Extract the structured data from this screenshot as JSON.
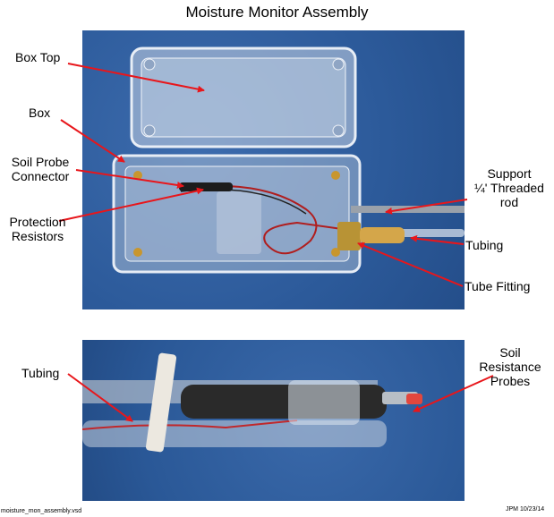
{
  "title": "Moisture Monitor Assembly",
  "labels": {
    "box_top": "Box Top",
    "box": "Box",
    "soil_probe_connector_l1": "Soil Probe",
    "soil_probe_connector_l2": "Connector",
    "protection_resistors_l1": "Protection",
    "protection_resistors_l2": "Resistors",
    "support_l1": "Support",
    "support_l2": "¼' Threaded",
    "support_l3": "rod",
    "tubing_top": "Tubing",
    "tube_fitting": "Tube Fitting",
    "tubing_bottom": "Tubing",
    "soil_resistance_l1": "Soil",
    "soil_resistance_l2": "Resistance",
    "soil_resistance_l3": "Probes"
  },
  "footer": {
    "filename": "moisture_mon_assembly.vsd",
    "author_date": "JPM 10/23/14"
  },
  "colors": {
    "arrow": "#e8161b",
    "background_blue": "#2c5a9a"
  }
}
